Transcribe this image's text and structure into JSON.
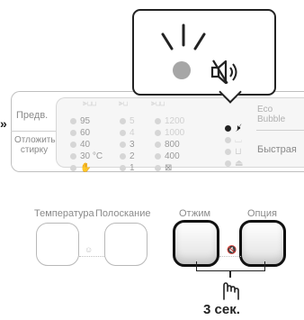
{
  "left_labels": {
    "prewash": "Предв.",
    "delay": "Отложить\nстирку"
  },
  "right_labels": {
    "eco_bubble": "Eco\nBubble",
    "quick": "Быстрая"
  },
  "temperature_options": [
    "95",
    "60",
    "40",
    "30 °C"
  ],
  "rinse_options": [
    "5",
    "4",
    "3",
    "2",
    "1"
  ],
  "spin_options": [
    "1200",
    "1000",
    "800",
    "400"
  ],
  "buttons": {
    "temperature": "Температура",
    "rinse": "Полоскание",
    "spin": "Отжим",
    "option": "Опция"
  },
  "hint": "3 сек.",
  "icons": {
    "mute_callout": "sound-off-icon",
    "hand": "hand-press-icon",
    "chevron": "double-chevron-icon"
  },
  "colors": {
    "outline": "#222222",
    "text": "#8a8a8a",
    "indicator_off": "#d6d6d6",
    "indicator_on": "#222222"
  }
}
